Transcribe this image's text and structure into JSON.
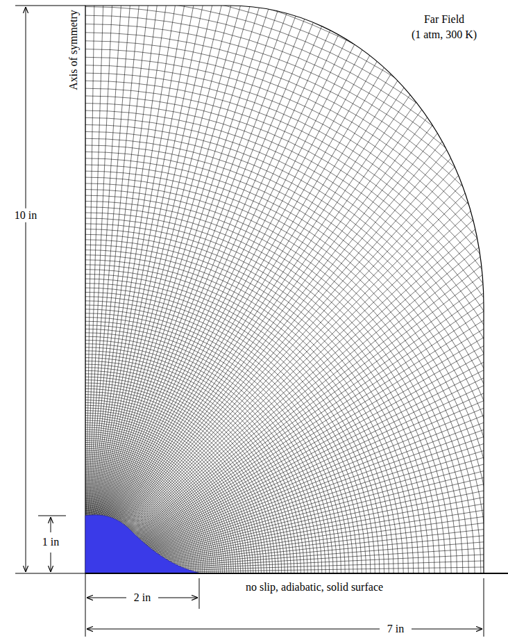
{
  "diagram": {
    "labels": [
      "Far Field",
      "(1 atm, 300 K)",
      "Axis of symmetry",
      "10 in",
      "1 in",
      "2 in",
      "no slip, adiabatic, solid surface",
      "7 in"
    ]
  }
}
